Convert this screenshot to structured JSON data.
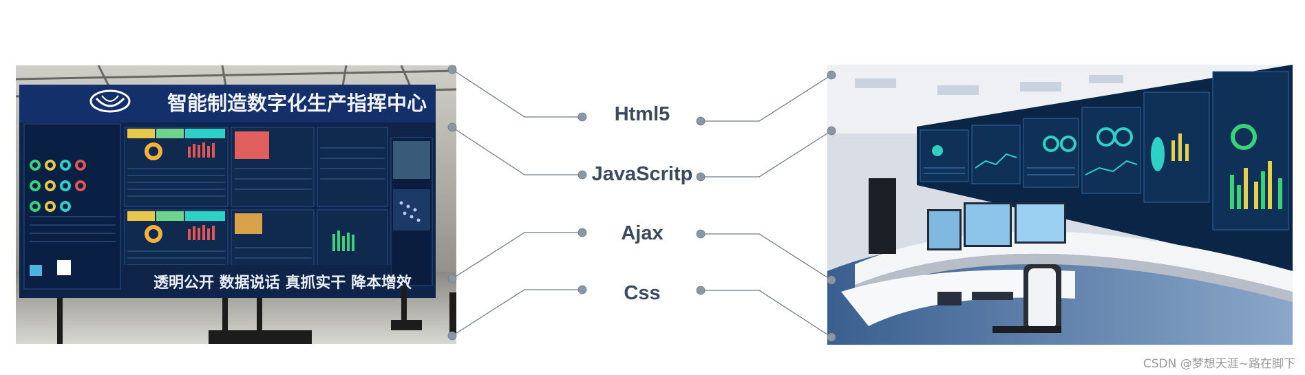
{
  "left_photo": {
    "title": "智能制造数字化生产指挥中心",
    "slogan": "透明公开  数据说话  真抓实干  降本增效",
    "icon": "car-brand-logo-icon"
  },
  "right_photo": {
    "description_icon": "control-room-icon"
  },
  "labels": [
    "Html5",
    "JavaScritp",
    "Ajax",
    "Css"
  ],
  "colors": {
    "label": "#3b4a5c",
    "connector": "#6f7a84",
    "dot": "#8a97a3",
    "screen_bg": "#0e2448",
    "screen_accent": "#2fd1c7"
  },
  "footer": "CSDN @梦想天涯~路在脚下"
}
